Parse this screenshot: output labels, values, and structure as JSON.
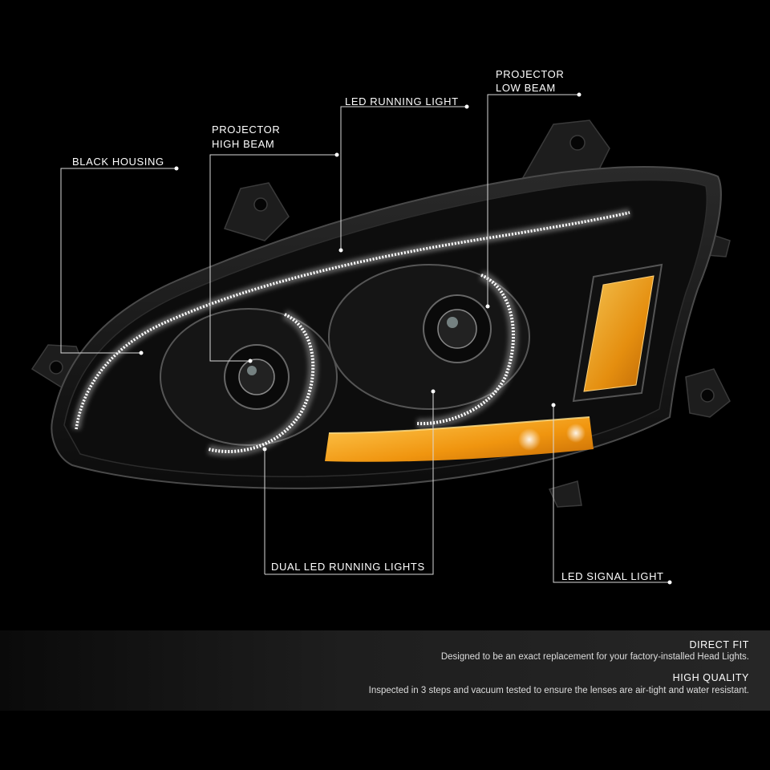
{
  "callouts": {
    "black_housing": "BLACK HOUSING",
    "projector_high_beam_line1": "PROJECTOR",
    "projector_high_beam_line2": "HIGH BEAM",
    "led_running_light": "LED RUNNING LIGHT",
    "projector_low_beam_line1": "PROJECTOR",
    "projector_low_beam_line2": "LOW BEAM",
    "dual_led_running_lights": "DUAL LED RUNNING LIGHTS",
    "led_signal_light": "LED SIGNAL LIGHT"
  },
  "features": [
    {
      "title": "DIRECT FIT",
      "description": "Designed to be an exact replacement for your factory-installed Head Lights."
    },
    {
      "title": "HIGH QUALITY",
      "description": "Inspected in 3 steps and vacuum tested to ensure the lenses are air-tight and water resistant."
    }
  ],
  "colors": {
    "background": "#000000",
    "housing": "#151515",
    "led_white": "#ffffff",
    "amber": "#f5a21b",
    "line": "#d9d9d9"
  }
}
